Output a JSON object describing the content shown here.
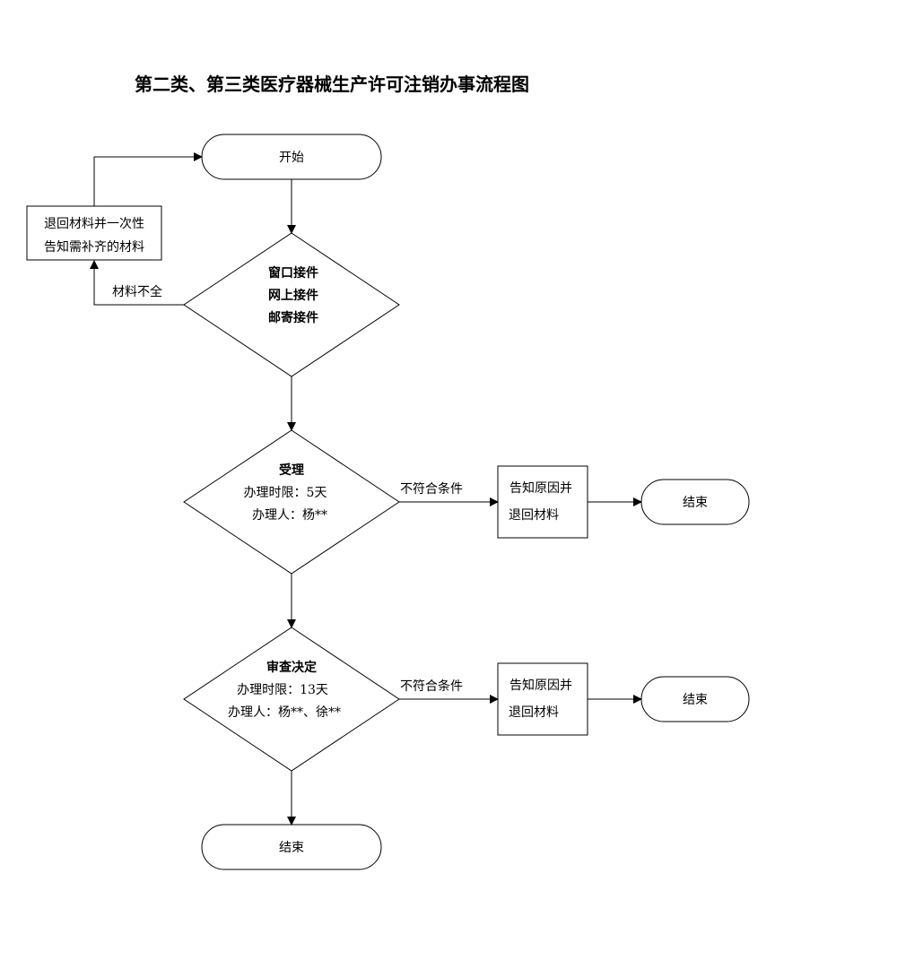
{
  "title": "第二类、第三类医疗器械生产许可注销办事流程图",
  "nodes": {
    "start": {
      "label": "开始"
    },
    "return_materials": {
      "line1": "退回材料并一次性",
      "line2": "告知需补齐的材料"
    },
    "receive": {
      "line1": "窗口接件",
      "line2": "网上接件",
      "line3": "邮寄接件"
    },
    "accept": {
      "title": "受理",
      "time_limit": "办理时限：5天",
      "handler": "办理人：杨**"
    },
    "notify_1": {
      "line1": "告知原因并",
      "line2": "退回材料"
    },
    "end_1": {
      "label": "结束"
    },
    "review": {
      "title": "审查决定",
      "time_limit": "办理时限：13天",
      "handler": "办理人：杨**、徐**"
    },
    "notify_2": {
      "line1": "告知原因并",
      "line2": "退回材料"
    },
    "end_2": {
      "label": "结束"
    },
    "end_final": {
      "label": "结束"
    }
  },
  "edges": {
    "incomplete": "材料不全",
    "not_qualified_1": "不符合条件",
    "not_qualified_2": "不符合条件"
  }
}
